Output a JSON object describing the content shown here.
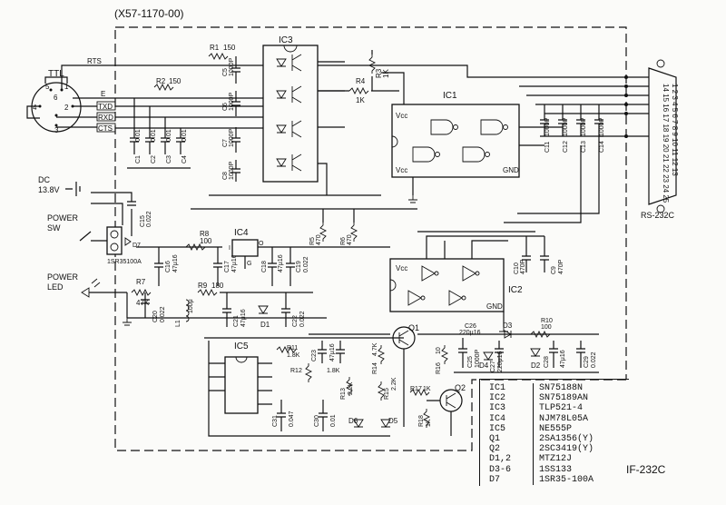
{
  "title": "(X57-1170-00)",
  "board_name": "IF-232C",
  "ttl_connector": {
    "title": "TTL",
    "pins": [
      "1",
      "2",
      "3",
      "4",
      "5",
      "6"
    ],
    "signals": [
      "RTS",
      "E",
      "TXD",
      "RXD",
      "CTS"
    ]
  },
  "rs232c": {
    "label": "RS-232C",
    "pin_rows": [
      "1 2 3 4 5 6 7 8 9 10 11 12 13",
      "14 15 16 17 18 19 20 21 22 23 24 25"
    ]
  },
  "power": {
    "dc_label": "DC",
    "dc_voltage": "13.8V",
    "switch_label": [
      "POWER",
      "SW"
    ],
    "led_label": [
      "POWER",
      "LED"
    ]
  },
  "ics": {
    "ic1": "IC1",
    "ic2": "IC2",
    "ic3": "IC3",
    "ic4": "IC4",
    "ic5": "IC5",
    "vcc": "Vcc",
    "gnd": "GND",
    "ic4_pins": [
      "I",
      "O",
      "G"
    ]
  },
  "resistors": [
    {
      "ref": "R1",
      "val": "150"
    },
    {
      "ref": "R2",
      "val": "150"
    },
    {
      "ref": "R3",
      "val": "1K"
    },
    {
      "ref": "R4",
      "val": "1K"
    },
    {
      "ref": "R5",
      "val": "470"
    },
    {
      "ref": "R6",
      "val": "470"
    },
    {
      "ref": "R7",
      "val": "47K"
    },
    {
      "ref": "R8",
      "val": "100"
    },
    {
      "ref": "R9",
      "val": "180"
    },
    {
      "ref": "R10",
      "val": "100"
    },
    {
      "ref": "R11",
      "val": "1.8K"
    },
    {
      "ref": "R12",
      "val": "1.8K"
    },
    {
      "ref": "R13",
      "val": "2.2K"
    },
    {
      "ref": "R14",
      "val": "4.7K"
    },
    {
      "ref": "R15",
      "val": "2.2K"
    },
    {
      "ref": "R16",
      "val": "10"
    },
    {
      "ref": "R17",
      "val": "1K"
    },
    {
      "ref": "R18",
      "val": "1K"
    }
  ],
  "capacitors": [
    {
      "ref": "C1",
      "val": "0.01"
    },
    {
      "ref": "C2",
      "val": "0.01"
    },
    {
      "ref": "C3",
      "val": "0.01"
    },
    {
      "ref": "C4",
      "val": "0.01"
    },
    {
      "ref": "C5",
      "val": "1000P"
    },
    {
      "ref": "C6",
      "val": "1000P"
    },
    {
      "ref": "C7",
      "val": "1000P"
    },
    {
      "ref": "C8",
      "val": "1000P"
    },
    {
      "ref": "C9",
      "val": "470P"
    },
    {
      "ref": "C10",
      "val": "470P"
    },
    {
      "ref": "C11",
      "val": "1000P"
    },
    {
      "ref": "C12",
      "val": "1000P"
    },
    {
      "ref": "C13",
      "val": "1000P"
    },
    {
      "ref": "C14",
      "val": "1000P"
    },
    {
      "ref": "C15",
      "val": "0.022"
    },
    {
      "ref": "C16",
      "val": "47μ16"
    },
    {
      "ref": "C17",
      "val": "47μ16"
    },
    {
      "ref": "C18",
      "val": "47μ16"
    },
    {
      "ref": "C19",
      "val": "0.022"
    },
    {
      "ref": "C20",
      "val": "0.022"
    },
    {
      "ref": "C21",
      "val": "47μ16"
    },
    {
      "ref": "C22",
      "val": "0.022"
    },
    {
      "ref": "C23",
      "val": "47μ16"
    },
    {
      "ref": "C24",
      "val": "0.022"
    },
    {
      "ref": "C25",
      "val": "1000P"
    },
    {
      "ref": "C26",
      "val": "220μ16"
    },
    {
      "ref": "C27",
      "val": "220μ16"
    },
    {
      "ref": "C28",
      "val": "47μ16"
    },
    {
      "ref": "C29",
      "val": "0.022"
    },
    {
      "ref": "C30",
      "val": "0.01"
    },
    {
      "ref": "C31",
      "val": "0.047"
    }
  ],
  "misc_parts": {
    "l1": "L1",
    "l1_val": "100μ",
    "d1": "D1",
    "d2": "D2",
    "d3": "D3",
    "d4": "D4",
    "d5": "D5",
    "d6": "D6",
    "d7": "D7",
    "d7_part": "1SR35100A",
    "q1": "Q1",
    "q2": "Q2"
  },
  "parts_list": [
    {
      "ref": "IC1",
      "part": "SN75188N"
    },
    {
      "ref": "IC2",
      "part": "SN75189AN"
    },
    {
      "ref": "IC3",
      "part": "TLP521-4"
    },
    {
      "ref": "IC4",
      "part": "NJM78L05A"
    },
    {
      "ref": "IC5",
      "part": "NE555P"
    },
    {
      "ref": "Q1",
      "part": "2SA1356(Y)"
    },
    {
      "ref": "Q2",
      "part": "2SC3419(Y)"
    },
    {
      "ref": "D1,2",
      "part": "MTZ12J"
    },
    {
      "ref": "D3-6",
      "part": "1SS133"
    },
    {
      "ref": "D7",
      "part": "1SR35-100A"
    }
  ]
}
